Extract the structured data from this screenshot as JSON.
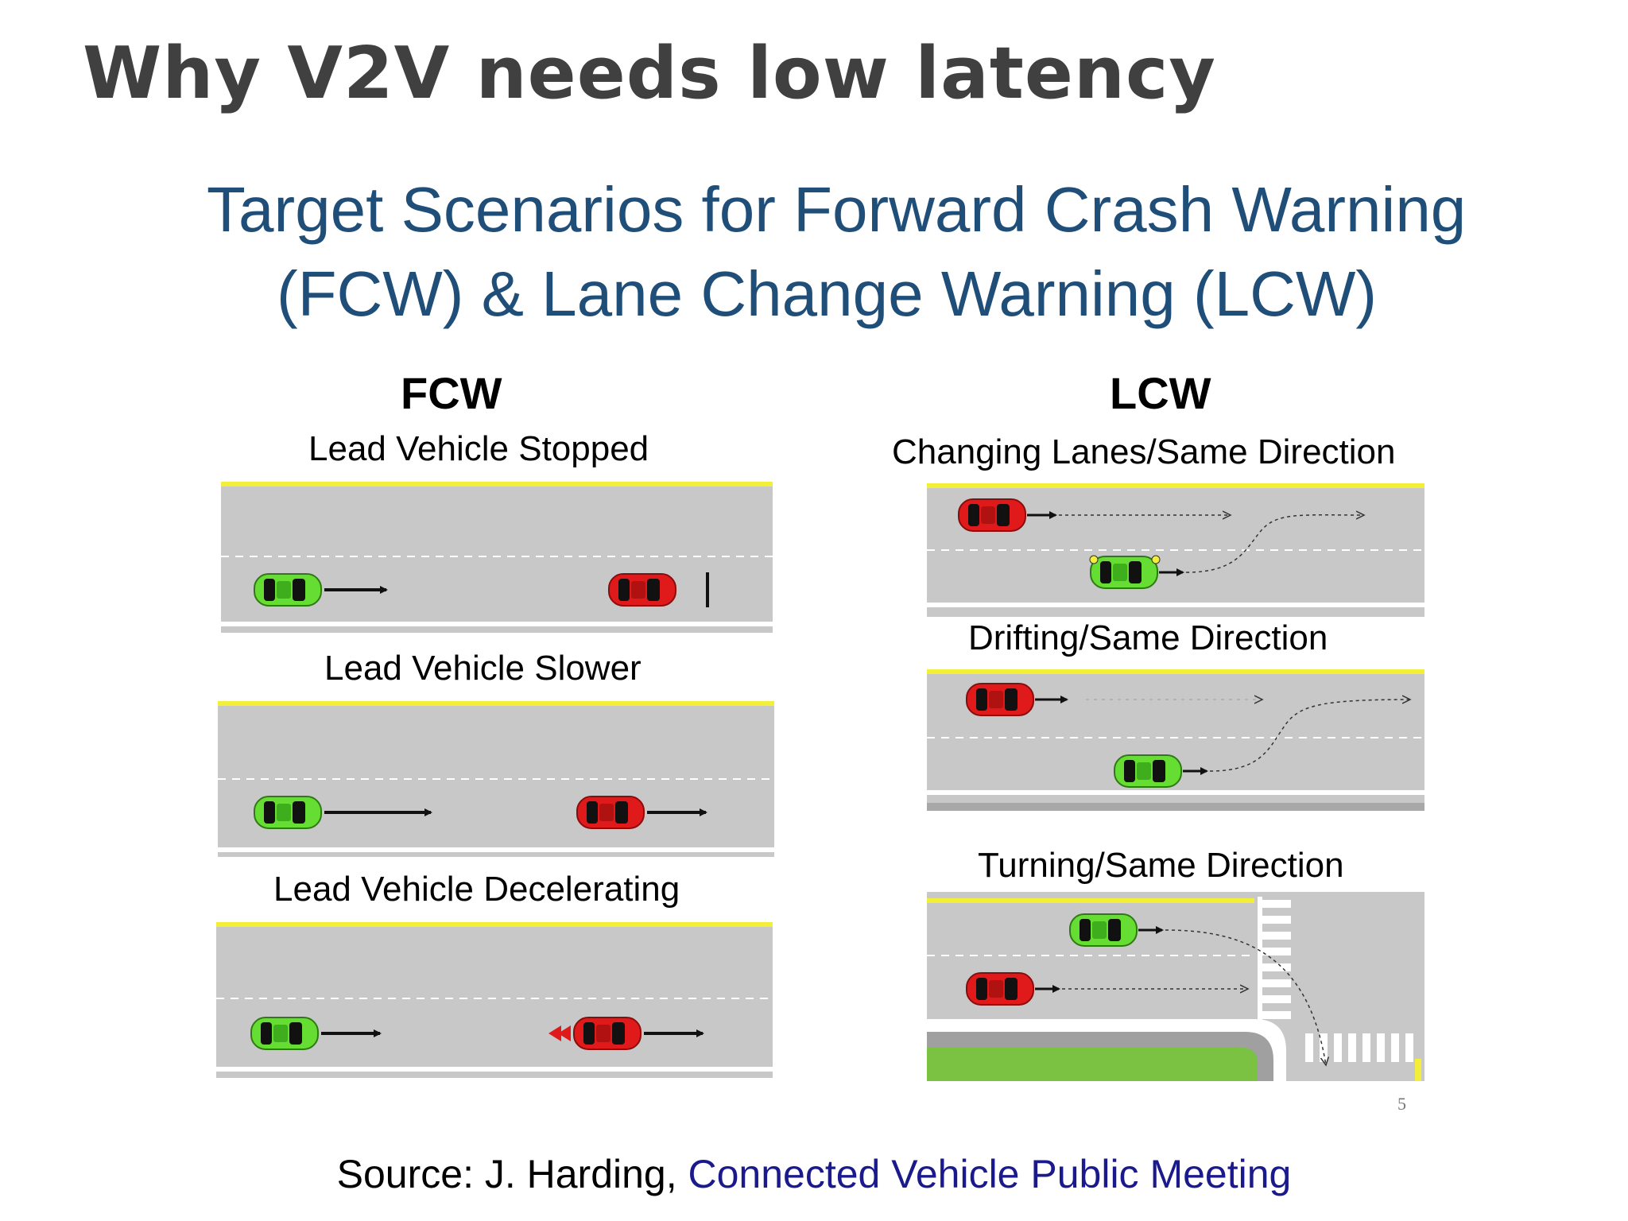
{
  "slide": {
    "title": "Why V2V needs low latency"
  },
  "figure": {
    "heading_line1": "Target Scenarios for Forward Crash Warning",
    "heading_line2": "(FCW) & Lane Change Warning (LCW)",
    "fcw": {
      "title": "FCW",
      "scenarios": [
        {
          "label": "Lead Vehicle Stopped"
        },
        {
          "label": "Lead Vehicle Slower"
        },
        {
          "label": "Lead Vehicle Decelerating"
        }
      ]
    },
    "lcw": {
      "title": "LCW",
      "scenarios": [
        {
          "label": "Changing Lanes/Same Direction"
        },
        {
          "label": "Drifting/Same Direction"
        },
        {
          "label": "Turning/Same Direction"
        }
      ]
    },
    "page_number": "5"
  },
  "colors": {
    "road": "#c8c8c8",
    "yellow_line": "#f2ee3a",
    "subject_car": "#66dd33",
    "lead_car": "#e01a1a",
    "grass": "#7cc242",
    "heading_blue": "#1f4e79"
  },
  "source": {
    "prefix": "Source: J. Harding, ",
    "link_text": "Connected Vehicle Public Meeting"
  }
}
